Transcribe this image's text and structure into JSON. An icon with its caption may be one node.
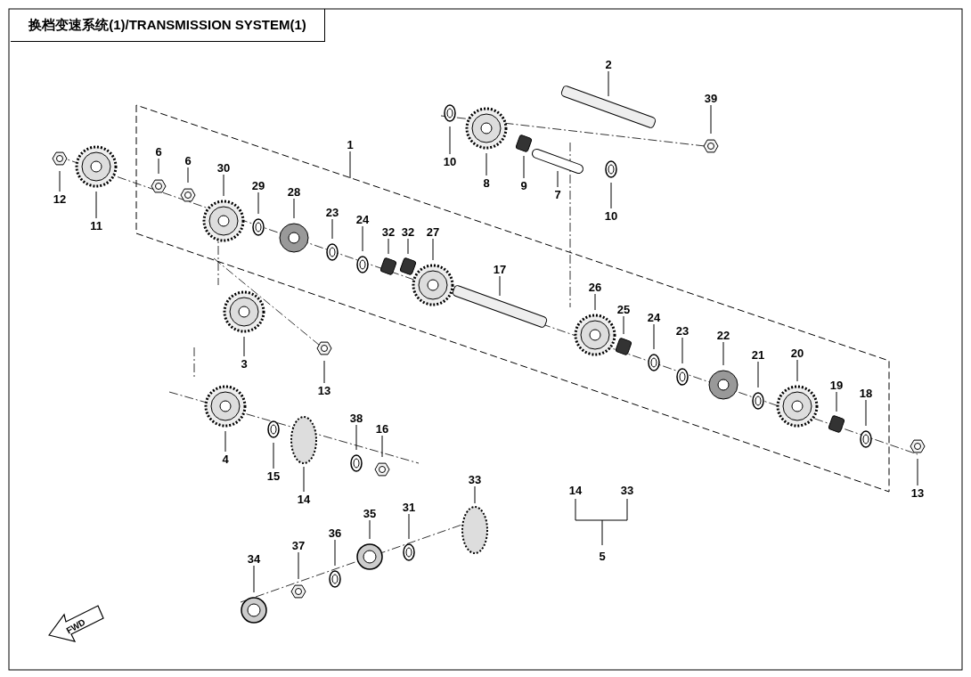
{
  "diagram": {
    "title": "换档变速系统(1)/TRANSMISSION SYSTEM(1)",
    "nodes": [
      {
        "text": [
          "2"
        ]
      },
      {
        "text": [
          "39"
        ]
      },
      {
        "text": [
          "1"
        ]
      },
      {
        "text": [
          "10"
        ]
      },
      {
        "text": [
          "8"
        ]
      },
      {
        "text": [
          "9"
        ]
      },
      {
        "text": [
          "7"
        ]
      },
      {
        "text": [
          "10"
        ]
      },
      {
        "text": [
          "6"
        ]
      },
      {
        "text": [
          "6"
        ]
      },
      {
        "text": [
          "12"
        ]
      },
      {
        "text": [
          "30"
        ]
      },
      {
        "text": [
          "11"
        ]
      },
      {
        "text": [
          "29"
        ]
      },
      {
        "text": [
          "28"
        ]
      },
      {
        "text": [
          "23"
        ]
      },
      {
        "text": [
          "24"
        ]
      },
      {
        "text": [
          "32"
        ]
      },
      {
        "text": [
          "32"
        ]
      },
      {
        "text": [
          "27"
        ]
      },
      {
        "text": [
          "17"
        ]
      },
      {
        "text": [
          "26"
        ]
      },
      {
        "text": [
          "25"
        ]
      },
      {
        "text": [
          "24"
        ]
      },
      {
        "text": [
          "23"
        ]
      },
      {
        "text": [
          "22"
        ]
      },
      {
        "text": [
          "21"
        ]
      },
      {
        "text": [
          "20"
        ]
      },
      {
        "text": [
          "19"
        ]
      },
      {
        "text": [
          "18"
        ]
      },
      {
        "text": [
          "3"
        ]
      },
      {
        "text": [
          "13"
        ]
      },
      {
        "text": [
          "38"
        ]
      },
      {
        "text": [
          "16"
        ]
      },
      {
        "text": [
          "4"
        ]
      },
      {
        "text": [
          "15"
        ]
      },
      {
        "text": [
          "14"
        ]
      },
      {
        "text": [
          "33"
        ]
      },
      {
        "text": [
          "35"
        ]
      },
      {
        "text": [
          "31"
        ]
      },
      {
        "text": [
          "36"
        ]
      },
      {
        "text": [
          "37"
        ]
      },
      {
        "text": [
          "34"
        ]
      },
      {
        "text": [
          "13"
        ]
      }
    ],
    "edges": [
      {
        "from": 0,
        "to": null,
        "arrow": "none"
      },
      {
        "from": 1,
        "to": null,
        "arrow": "none"
      },
      {
        "from": 2,
        "to": null,
        "arrow": "none"
      },
      {
        "from": 3,
        "to": null,
        "arrow": "none"
      },
      {
        "from": 4,
        "to": null,
        "arrow": "none"
      },
      {
        "from": 5,
        "to": null,
        "arrow": "none"
      },
      {
        "from": 6,
        "to": null,
        "arrow": "none"
      },
      {
        "from": 7,
        "to": null,
        "arrow": "none"
      },
      {
        "from": 8,
        "to": null,
        "arrow": "none"
      },
      {
        "from": 9,
        "to": null,
        "arrow": "none"
      },
      {
        "from": 10,
        "to": null,
        "arrow": "none"
      },
      {
        "from": 11,
        "to": null,
        "arrow": "none"
      },
      {
        "from": 12,
        "to": null,
        "arrow": "none"
      },
      {
        "from": 13,
        "to": null,
        "arrow": "none"
      },
      {
        "from": 14,
        "to": null,
        "arrow": "none"
      },
      {
        "from": 15,
        "to": null,
        "arrow": "none"
      },
      {
        "from": 16,
        "to": null,
        "arrow": "none"
      },
      {
        "from": 17,
        "to": null,
        "arrow": "none"
      },
      {
        "from": 18,
        "to": null,
        "arrow": "none"
      },
      {
        "from": 19,
        "to": null,
        "arrow": "none"
      },
      {
        "from": 20,
        "to": null,
        "arrow": "none"
      },
      {
        "from": 21,
        "to": null,
        "arrow": "none"
      },
      {
        "from": 22,
        "to": null,
        "arrow": "none"
      },
      {
        "from": 23,
        "to": null,
        "arrow": "none"
      },
      {
        "from": 24,
        "to": null,
        "arrow": "none"
      },
      {
        "from": 25,
        "to": null,
        "arrow": "none"
      },
      {
        "from": 26,
        "to": null,
        "arrow": "none"
      },
      {
        "from": 27,
        "to": null,
        "arrow": "none"
      },
      {
        "from": 28,
        "to": null,
        "arrow": "none"
      },
      {
        "from": 29,
        "to": null,
        "arrow": "none"
      },
      {
        "from": 30,
        "to": null,
        "arrow": "none"
      },
      {
        "from": 31,
        "to": null,
        "arrow": "none"
      },
      {
        "from": 32,
        "to": null,
        "arrow": "none"
      },
      {
        "from": 33,
        "to": null,
        "arrow": "none"
      },
      {
        "from": 34,
        "to": null,
        "arrow": "none"
      },
      {
        "from": 35,
        "to": null,
        "arrow": "none"
      },
      {
        "from": 36,
        "to": null,
        "arrow": "none"
      },
      {
        "from": 37,
        "to": null,
        "arrow": "none"
      },
      {
        "from": 38,
        "to": null,
        "arrow": "none"
      },
      {
        "from": 39,
        "to": null,
        "arrow": "none"
      },
      {
        "from": 40,
        "to": null,
        "arrow": "none"
      },
      {
        "from": 41,
        "to": null,
        "arrow": "none"
      },
      {
        "from": 42,
        "to": null,
        "arrow": "none"
      },
      {
        "from": 43,
        "to": null,
        "arrow": "none"
      }
    ],
    "labels": [
      "14",
      "33",
      "5",
      "FWD"
    ]
  }
}
